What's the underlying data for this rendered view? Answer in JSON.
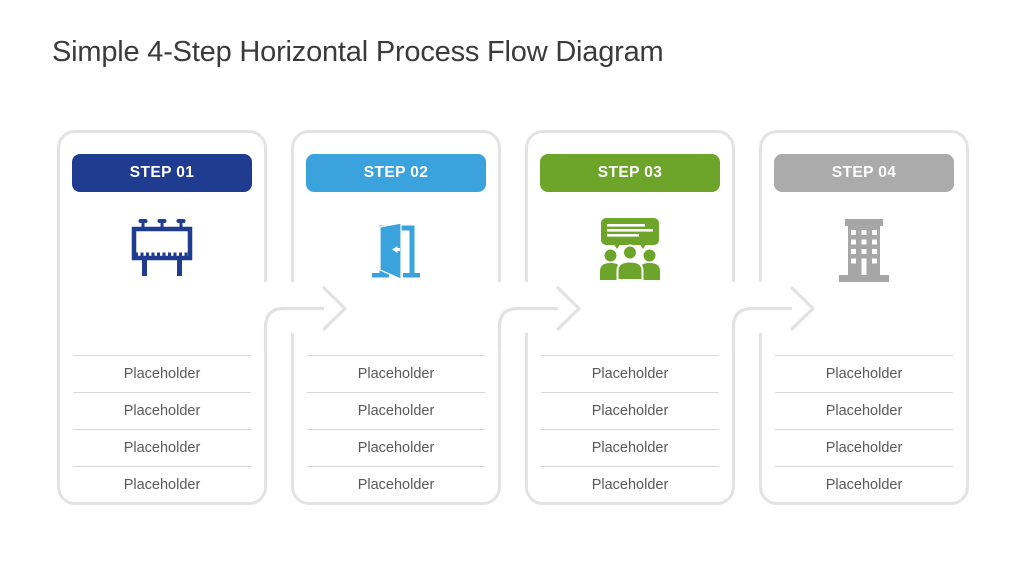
{
  "title": "Simple 4-Step Horizontal Process Flow Diagram",
  "colors": {
    "title_text": "#3b3b3b",
    "step1": "#1f3c90",
    "step2": "#3aa2dc",
    "step3": "#6da52b",
    "step4": "#ababab",
    "card_border": "#e3e3e3",
    "arrow": "#e2e2e2",
    "divider": "#d8d8d8",
    "row_text": "#595959",
    "badge_text": "#ffffff"
  },
  "steps": [
    {
      "label": "STEP 01",
      "icon": "billboard-icon",
      "color": "#1f3c90",
      "rows": [
        "Placeholder",
        "Placeholder",
        "Placeholder",
        "Placeholder"
      ]
    },
    {
      "label": "STEP 02",
      "icon": "open-door-icon",
      "color": "#3aa2dc",
      "rows": [
        "Placeholder",
        "Placeholder",
        "Placeholder",
        "Placeholder"
      ]
    },
    {
      "label": "STEP 03",
      "icon": "audience-presentation-icon",
      "color": "#6da52b",
      "rows": [
        "Placeholder",
        "Placeholder",
        "Placeholder",
        "Placeholder"
      ]
    },
    {
      "label": "STEP 04",
      "icon": "office-building-icon",
      "color": "#a6a6a6",
      "rows": [
        "Placeholder",
        "Placeholder",
        "Placeholder",
        "Placeholder"
      ]
    }
  ]
}
